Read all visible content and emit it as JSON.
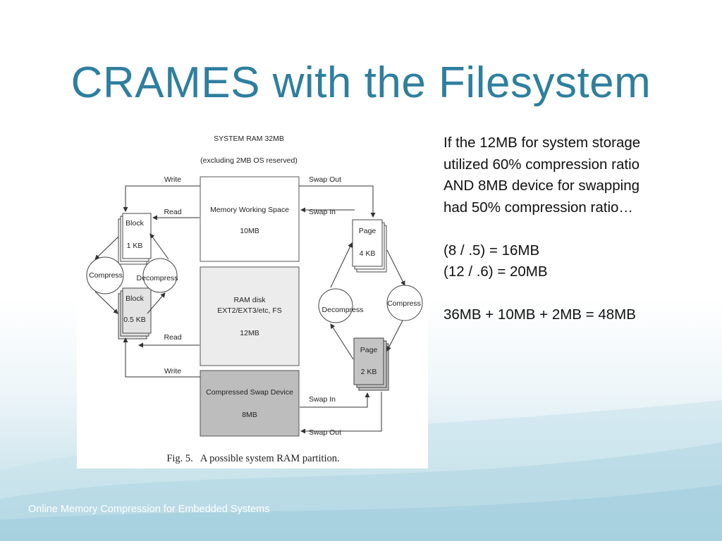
{
  "slide": {
    "title": "CRAMES with the Filesystem",
    "footer": "Online Memory Compression for Embedded Systems"
  },
  "diagram": {
    "header_line1": "SYSTEM RAM 32MB",
    "header_line2": "(excluding 2MB OS reserved)",
    "memory_working_space": {
      "label": "Memory Working Space",
      "size": "10MB"
    },
    "ram_disk": {
      "line1": "RAM disk",
      "line2": "EXT2/EXT3/etc, FS",
      "size": "12MB"
    },
    "compressed_swap": {
      "label": "Compressed Swap Device",
      "size": "8MB"
    },
    "block_1kb": {
      "label": "Block",
      "size": "1 KB"
    },
    "block_05kb": {
      "label": "Block",
      "size": "0.5 KB"
    },
    "page_4kb": {
      "label": "Page",
      "size": "4 KB"
    },
    "page_2kb": {
      "label": "Page",
      "size": "2 KB"
    },
    "left_compress": "Compress",
    "left_decompress": "Decompress",
    "right_decompress": "Decompress",
    "right_compress": "Compress",
    "edges": {
      "write_top": "Write",
      "read_top": "Read",
      "read_bottom": "Read",
      "write_bottom": "Write",
      "swap_out_top": "Swap Out",
      "swap_in_top": "Swap In",
      "swap_in_bottom": "Swap In",
      "swap_out_bottom": "Swap Out"
    },
    "caption": "Fig. 5.   A possible system RAM partition."
  },
  "text": {
    "lines": [
      "If the 12MB for system storage",
      "utilized 60% compression ratio",
      "AND 8MB device for swapping",
      "had 50% compression ratio…"
    ],
    "calc1": "(8 / .5) = 16MB",
    "calc2": "(12 / .6) = 20MB",
    "total": "36MB + 10MB + 2MB = 48MB"
  }
}
